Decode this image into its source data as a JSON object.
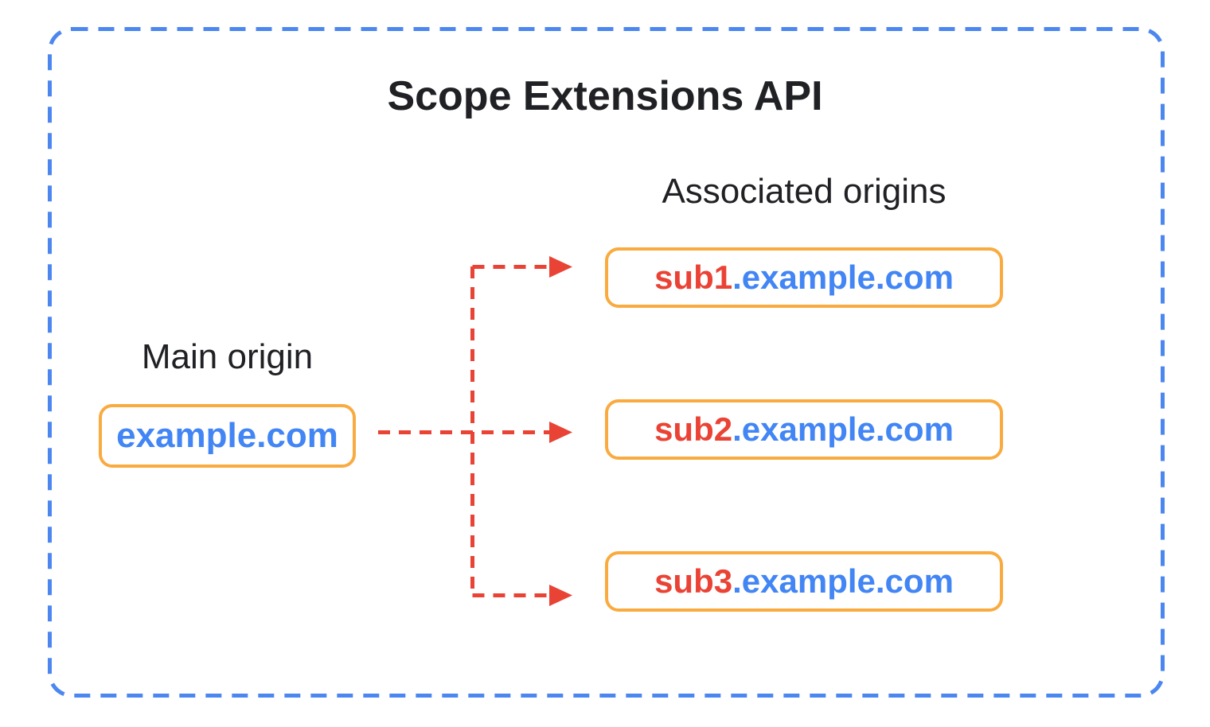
{
  "title": "Scope Extensions API",
  "main_origin": {
    "label": "Main origin",
    "domain": "example.com"
  },
  "associated_origins": {
    "label": "Associated origins",
    "items": [
      {
        "prefix": "sub1",
        "suffix": ".example.com"
      },
      {
        "prefix": "sub2",
        "suffix": ".example.com"
      },
      {
        "prefix": "sub3",
        "suffix": ".example.com"
      }
    ]
  },
  "colors": {
    "frame-blue": "#4C87F0",
    "box-orange": "#F9AB40",
    "domain-blue": "#4285F4",
    "subdomain-red": "#EA4335",
    "arrow-red": "#E94335",
    "text-black": "#202124"
  }
}
